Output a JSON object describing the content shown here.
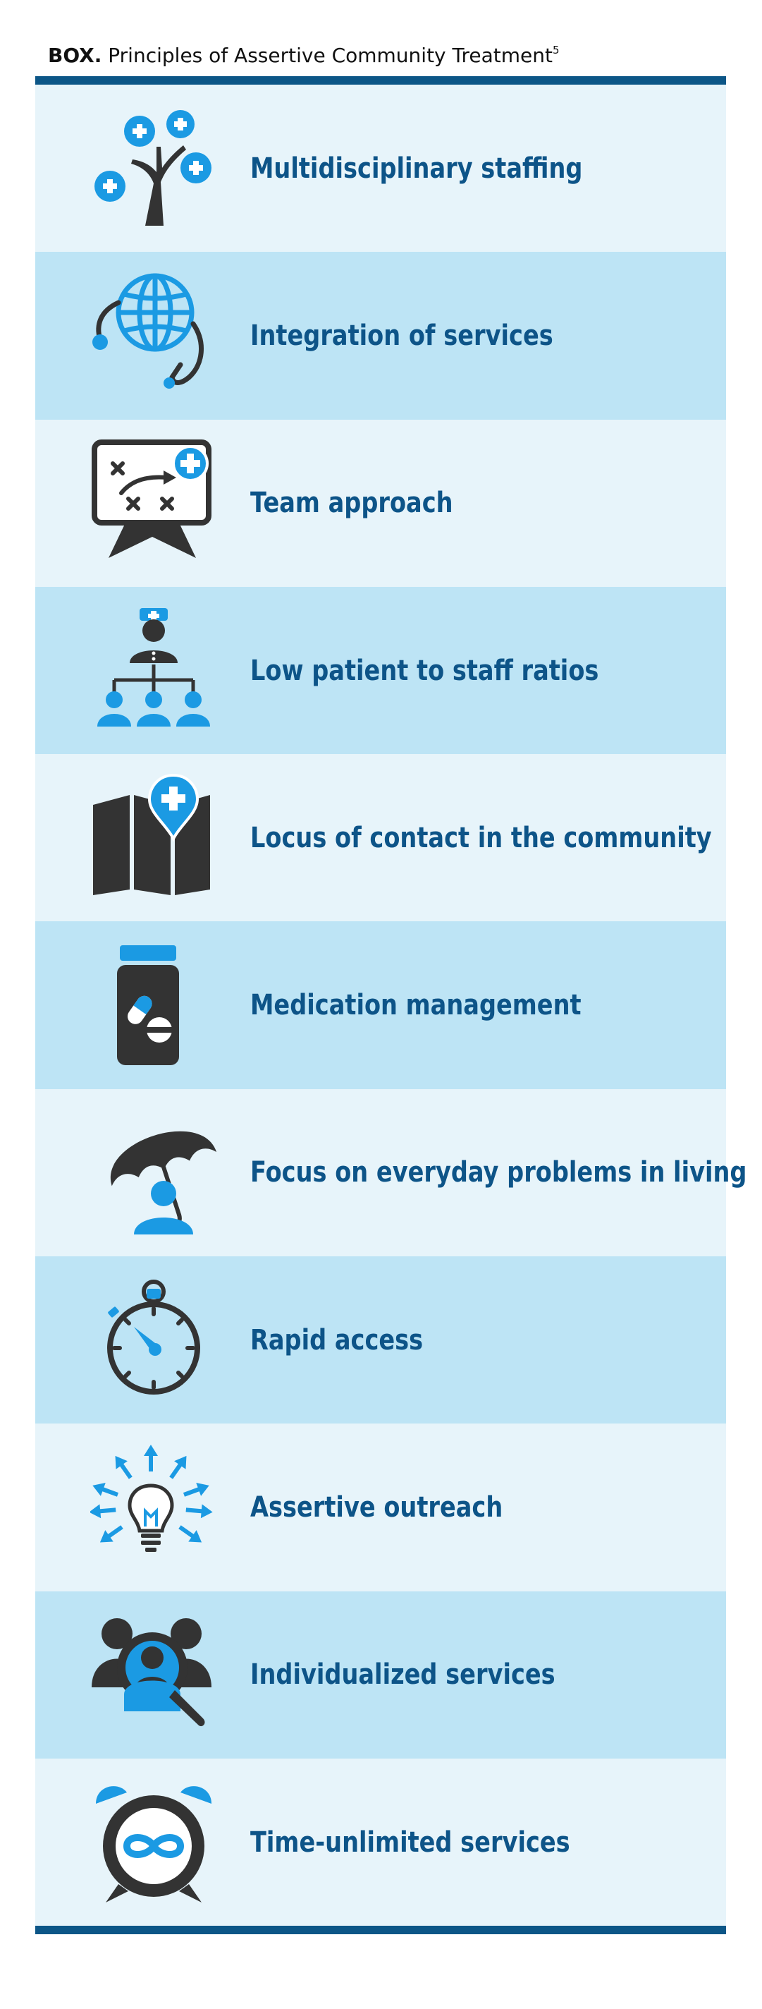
{
  "header": {
    "label": "BOX.",
    "title": "Principles of Assertive Community Treatment",
    "reference": "5"
  },
  "colors": {
    "accent_blue": "#1b9ae3",
    "dark_icon": "#333333",
    "label_text": "#0d5488",
    "rule": "#0c5687",
    "row_light": "#e7f4fa",
    "row_dark": "#bde4f5"
  },
  "principles": [
    {
      "label": "Multidisciplinary staffing",
      "icon": "tree-gears-icon"
    },
    {
      "label": "Integration of services",
      "icon": "globe-stethoscope-icon"
    },
    {
      "label": "Team approach",
      "icon": "strategy-board-icon"
    },
    {
      "label": "Low patient to staff ratios",
      "icon": "nurse-hierarchy-icon"
    },
    {
      "label": "Locus of contact in the community",
      "icon": "map-pin-icon"
    },
    {
      "label": "Medication management",
      "icon": "pill-bottle-icon"
    },
    {
      "label": "Focus on everyday problems in living",
      "icon": "umbrella-person-icon"
    },
    {
      "label": "Rapid access",
      "icon": "stopwatch-icon"
    },
    {
      "label": "Assertive outreach",
      "icon": "lightbulb-arrows-icon"
    },
    {
      "label": "Individualized services",
      "icon": "magnifier-people-icon"
    },
    {
      "label": "Time-unlimited services",
      "icon": "infinity-clock-icon"
    }
  ]
}
